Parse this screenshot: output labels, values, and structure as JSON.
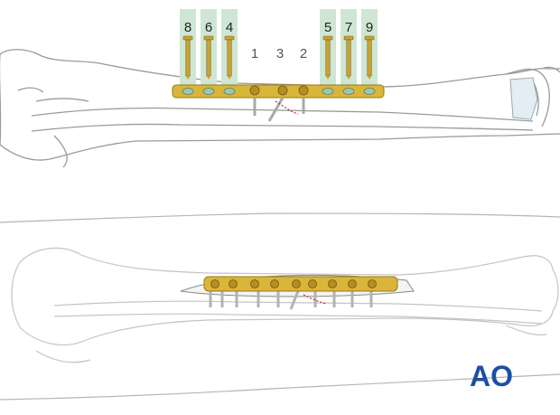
{
  "labels": {
    "eight": "8",
    "six": "6",
    "four": "4",
    "one": "1",
    "three": "3",
    "two": "2",
    "five": "5",
    "seven": "7",
    "nine": "9"
  },
  "logo": {
    "text": "AO",
    "color": "#1f4fa3"
  },
  "colors": {
    "highlight": "#cfe6d4",
    "plate": "#d9b53a",
    "plate_dark": "#9a7a16",
    "screw": "#c9a335",
    "bone_line": "#9a9a9a",
    "fracture": "#cc2222"
  },
  "icons": [
    "screw-icon",
    "ao-logo-icon"
  ]
}
